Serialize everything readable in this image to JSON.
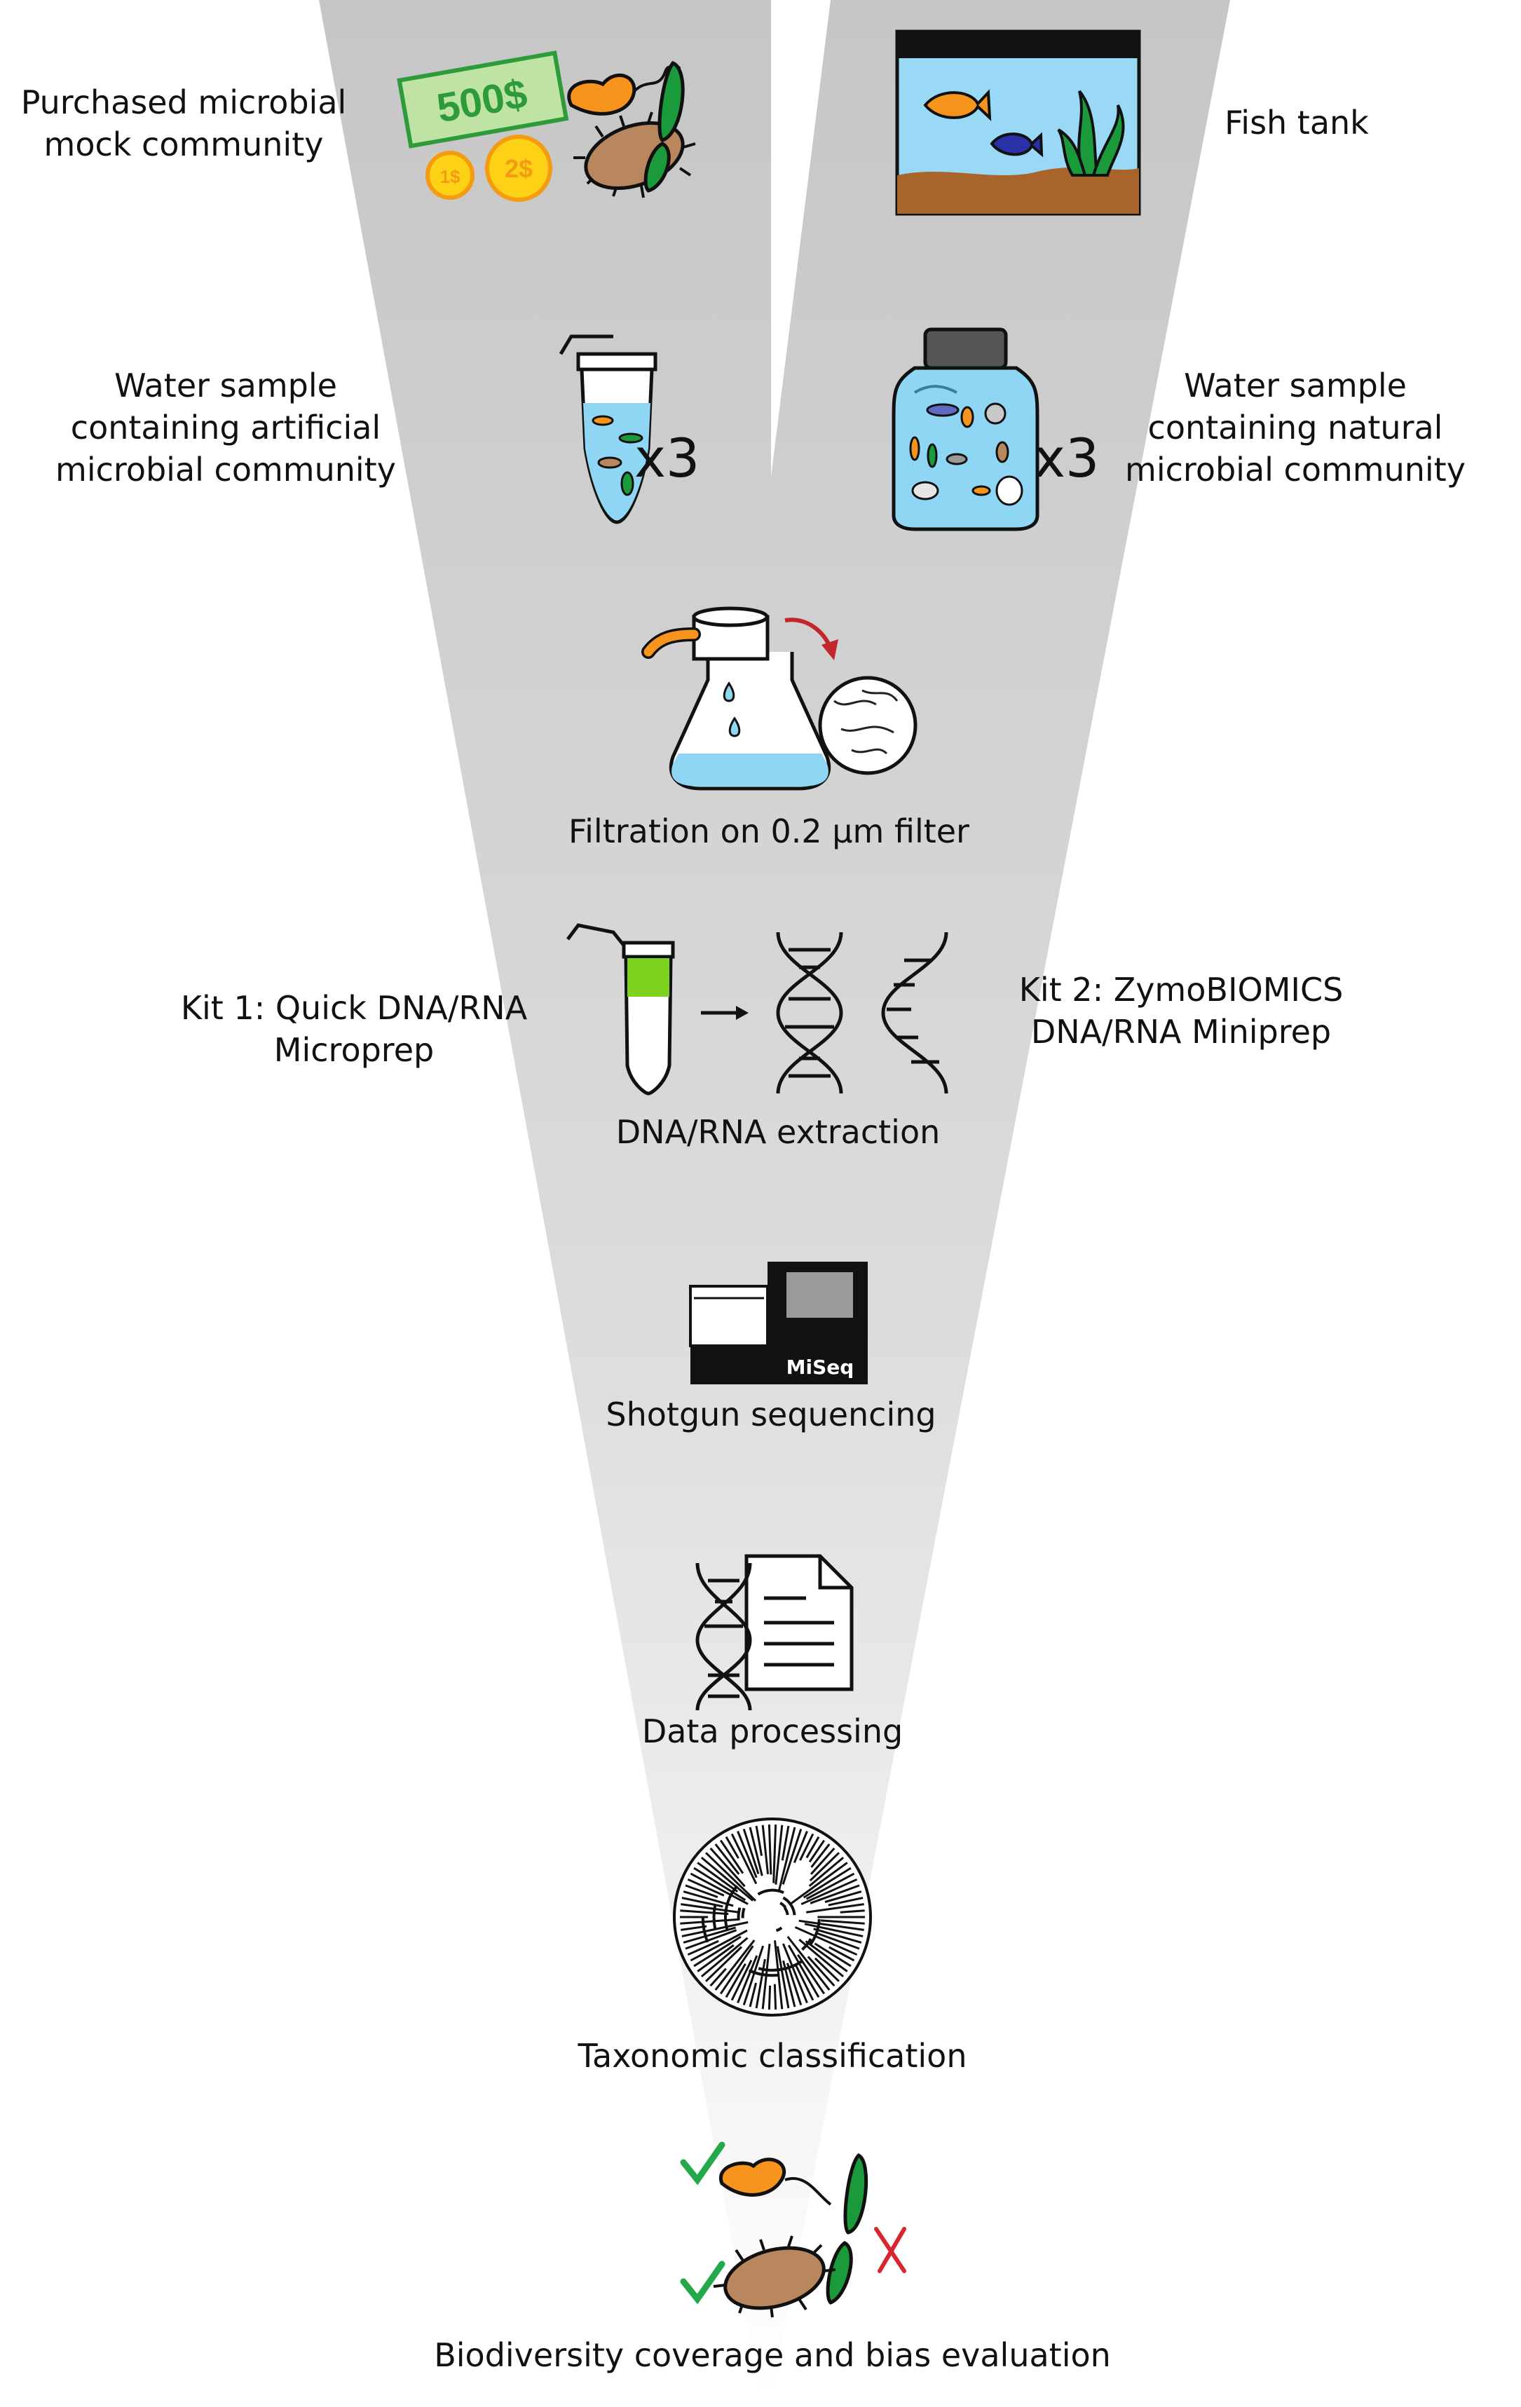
{
  "diagram": {
    "colors": {
      "funnel_top": "#c9c9c9",
      "funnel_bottom": "#ffffff",
      "water": "#8fd6f5",
      "green": "#1a9a3a",
      "orange": "#f7941d",
      "brown": "#b9875e",
      "red": "#d7262e",
      "dark_blue": "#1e2a8c",
      "check": "#23a84a"
    },
    "labels": {
      "mock_community": [
        "Purchased microbial",
        "mock community"
      ],
      "fish_tank": "Fish tank",
      "water_artificial": [
        "Water sample",
        "containing artificial",
        "microbial community"
      ],
      "water_natural": [
        "Water sample",
        "containing natural",
        "microbial community"
      ],
      "replicates_left": "x3",
      "replicates_right": "x3",
      "filtration": "Filtration on 0.2 µm filter",
      "kit1": [
        "Kit 1: Quick DNA/RNA",
        "Microprep"
      ],
      "kit2": [
        "Kit 2: ZymoBIOMICS",
        "DNA/RNA Miniprep"
      ],
      "extraction": "DNA/RNA extraction",
      "sequencing": "Shotgun sequencing",
      "sequencer_name": "MiSeq",
      "processing": "Data processing",
      "classification": "Taxonomic classification",
      "evaluation": "Biodiversity coverage and bias evaluation",
      "banknote": "500$",
      "coin_1": "1$",
      "coin_2": "2$"
    },
    "icons": {
      "money": "money-icon",
      "bacteria": "bacteria-icon",
      "aquarium": "aquarium-icon",
      "tube": "microtube-icon",
      "jar": "sample-jar-icon",
      "filter": "filtration-flask-icon",
      "dna": "dna-helix-icon",
      "sequencer": "sequencer-icon",
      "document": "document-icon",
      "tree": "phylogenetic-tree-icon",
      "check": "check-icon",
      "cross": "cross-icon"
    }
  }
}
